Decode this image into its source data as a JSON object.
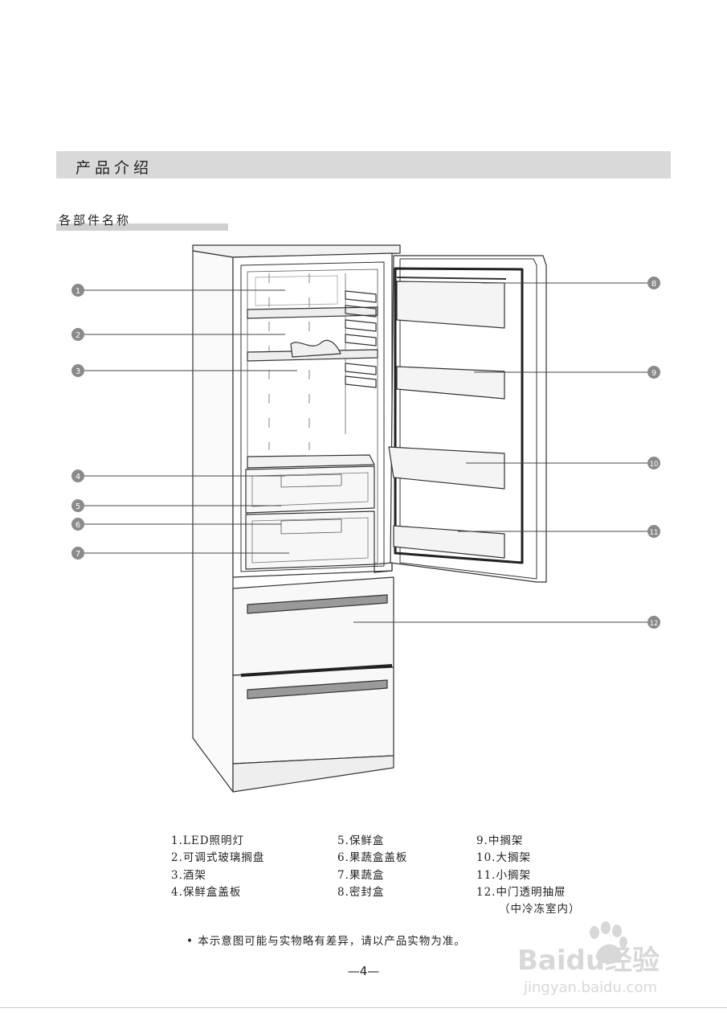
{
  "header": {
    "section_title": "产品介绍",
    "subsection_title": "各部件名称"
  },
  "callouts": [
    "1",
    "2",
    "3",
    "4",
    "5",
    "6",
    "7",
    "8",
    "9",
    "10",
    "11",
    "12"
  ],
  "legend": {
    "col1": [
      "1.LED照明灯",
      "2.可调式玻璃搁盘",
      "3.酒架",
      "4.保鲜盒盖板"
    ],
    "col2": [
      "5.保鲜盒",
      "6.果蔬盒盖板",
      "7.果蔬盒",
      "8.密封盒"
    ],
    "col3": [
      "9.中搁架",
      "10.大搁架",
      "11.小搁架",
      "12.中门透明抽屉",
      "（中冷冻室内）"
    ]
  },
  "note": "• 本示意图可能与实物略有差异，请以产品实物为准。",
  "page_number": "—4—",
  "watermark": {
    "brand": "Baidu经验",
    "url": "jingyan.baidu.com"
  },
  "colors": {
    "bar": "#d9d9d9",
    "line": "#333333",
    "callout_fill": "#8a8a8a"
  }
}
